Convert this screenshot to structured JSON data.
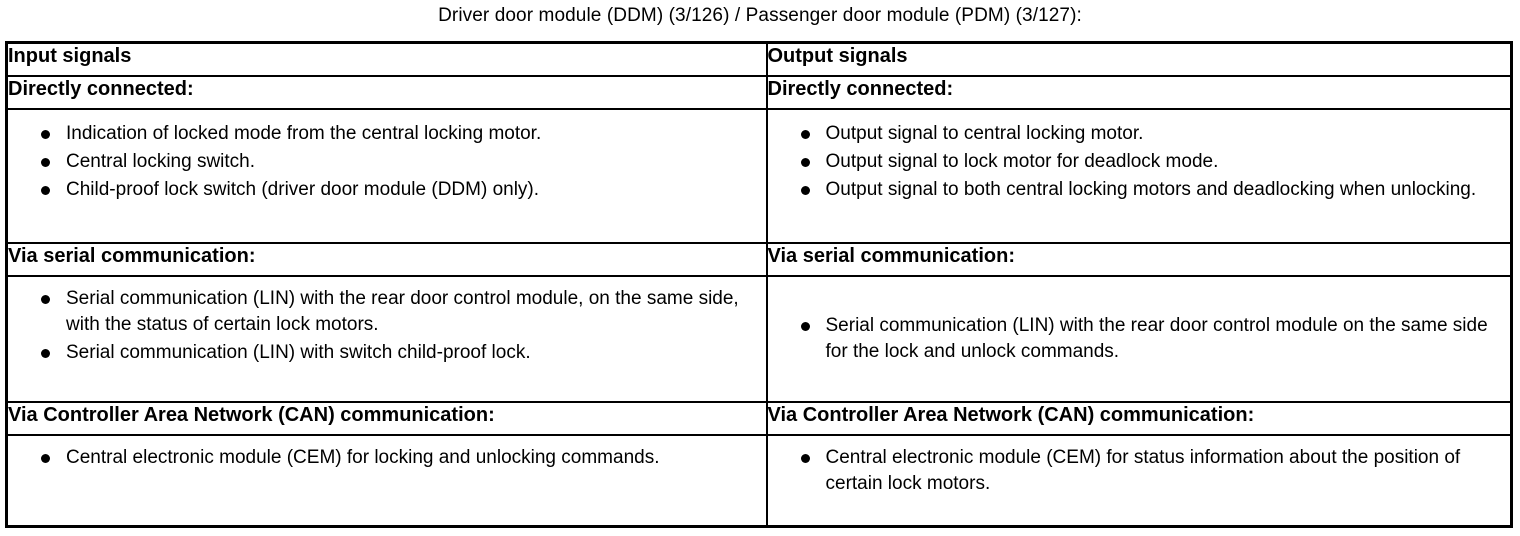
{
  "caption": "Driver door module (DDM) (3/126) / Passenger door module (PDM) (3/127):",
  "table": {
    "columns": [
      {
        "header": "Input signals"
      },
      {
        "header": "Output signals"
      }
    ],
    "sections": [
      {
        "left_subheader": "Directly connected:",
        "right_subheader": "Directly connected:",
        "left_items": [
          "Indication of locked mode from the central locking motor.",
          "Central locking switch.",
          "Child-proof lock switch (driver door module (DDM) only)."
        ],
        "right_items": [
          "Output signal to central locking motor.",
          "Output signal to lock motor for deadlock mode.",
          "Output signal to both central locking motors and deadlocking when unlocking."
        ]
      },
      {
        "left_subheader": "Via serial communication:",
        "right_subheader": "Via serial communication:",
        "left_items": [
          "Serial communication (LIN) with the rear door control module, on the same side, with the status of certain lock motors.",
          "Serial communication (LIN) with switch child-proof lock."
        ],
        "right_items": [
          "Serial communication (LIN) with the rear door control module on the same side for the lock and unlock commands."
        ]
      },
      {
        "left_subheader": "Via Controller Area Network (CAN) communication:",
        "right_subheader": "Via Controller Area Network (CAN) communication:",
        "left_items": [
          "Central electronic module (CEM) for locking and unlocking commands."
        ],
        "right_items": [
          "Central electronic module (CEM) for status information about the position of certain lock motors."
        ]
      }
    ]
  },
  "colors": {
    "border": "#000000",
    "text": "#000000",
    "background": "#ffffff"
  }
}
